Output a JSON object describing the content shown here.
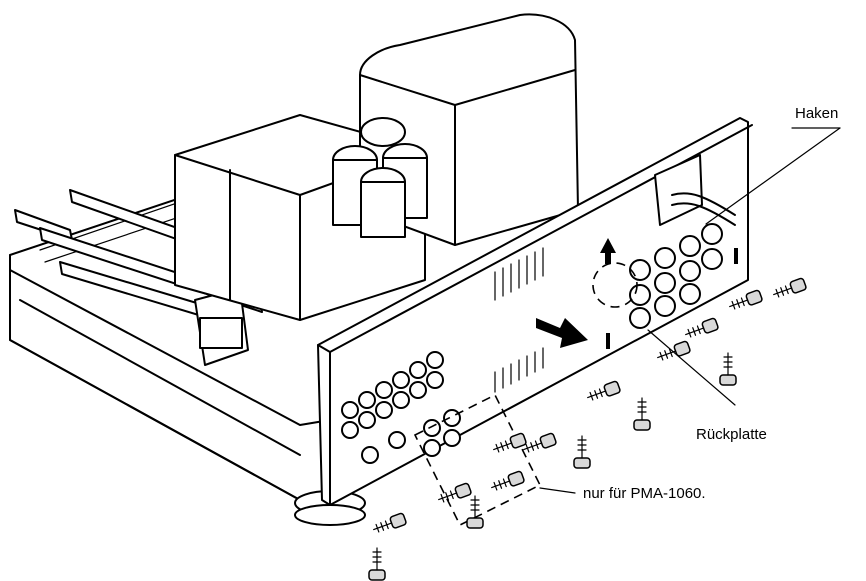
{
  "callouts": {
    "hook": "Haken",
    "rear_panel": "Rückplatte",
    "note": "nur für PMA-1060."
  },
  "icons": [
    "screw-icon",
    "arrow-icon"
  ],
  "colors": {
    "line": "#000000",
    "background": "#ffffff"
  }
}
